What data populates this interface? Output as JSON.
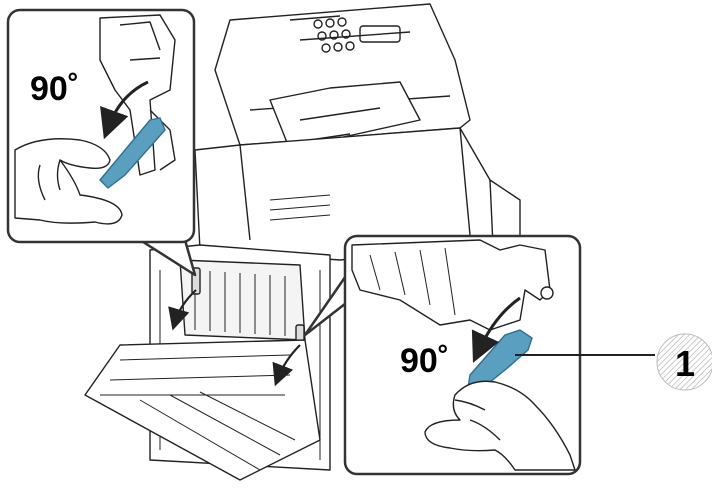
{
  "callouts": {
    "left_angle": "90˚",
    "right_angle": "90˚",
    "part_number": "1"
  },
  "colors": {
    "lever": "#5a9fc0",
    "lever_dark": "#2f6f90",
    "outline": "#222222",
    "arrow": "#222222",
    "inset_border": "#333333"
  }
}
